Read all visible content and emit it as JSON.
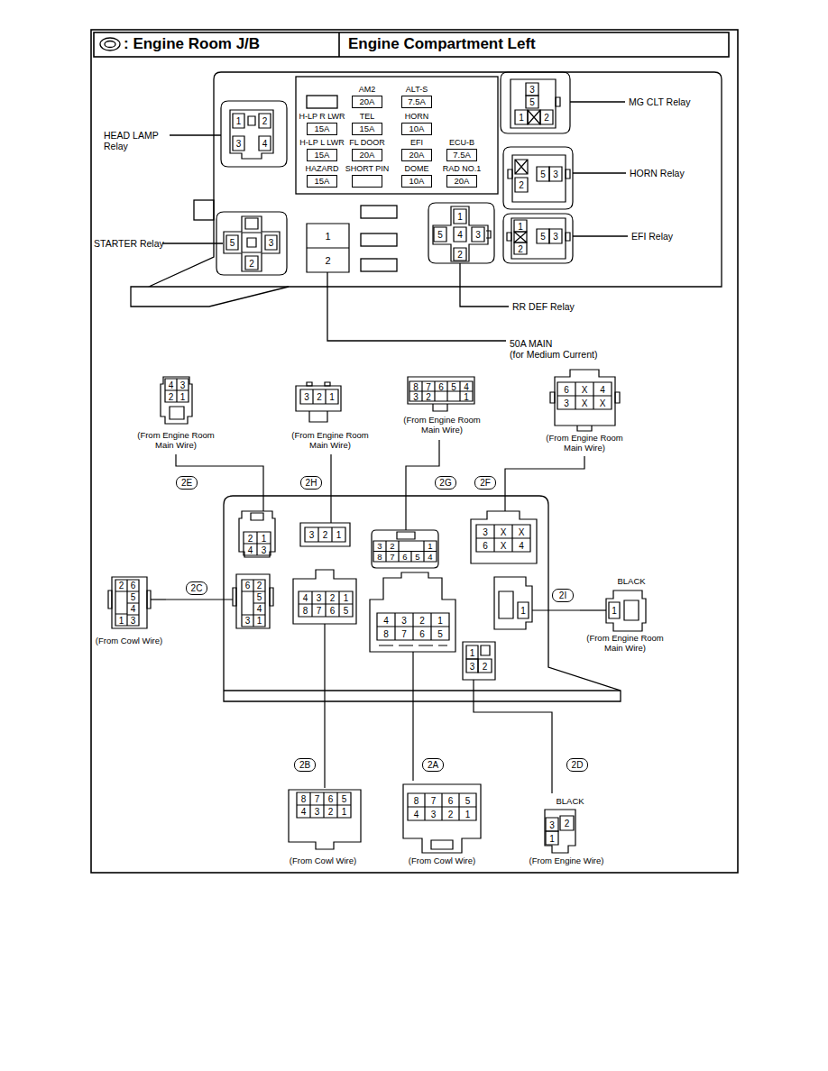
{
  "diagram": {
    "title": ": Engine Room J/B",
    "nodes": [
      {
        "text": [
          "1",
          "2",
          "3",
          "4"
        ]
      },
      {
        "text": [
          "AM2",
          "20A"
        ]
      },
      {
        "text": [
          "ALT-S",
          "7.5A"
        ]
      },
      {
        "text": [
          "3",
          "5",
          "1",
          "2"
        ]
      },
      {
        "text": [
          "H-LP R LWR",
          "15A"
        ]
      },
      {
        "text": [
          "TEL",
          "15A"
        ]
      },
      {
        "text": [
          "HORN",
          "10A"
        ]
      },
      {
        "text": [
          "H-LP L LWR",
          "15A"
        ]
      },
      {
        "text": [
          "FL DOOR",
          "20A"
        ]
      },
      {
        "text": [
          "EFI",
          "20A"
        ]
      },
      {
        "text": [
          "ECU-B",
          "7.5A"
        ]
      },
      {
        "text": [
          "HAZARD",
          "15A"
        ]
      },
      {
        "text": [
          "SHORT PIN"
        ]
      },
      {
        "text": [
          "DOME",
          "10A"
        ]
      },
      {
        "text": [
          "RAD NO.1",
          "20A"
        ]
      },
      {
        "text": [
          "2",
          "5",
          "3"
        ]
      },
      {
        "text": [
          "5",
          "3",
          "2"
        ]
      },
      {
        "text": [
          "1",
          "2"
        ]
      },
      {
        "text": [
          "1",
          "5",
          "4",
          "3",
          "2"
        ]
      },
      {
        "text": [
          "1",
          "2",
          "5",
          "3"
        ]
      },
      {
        "text": [
          "4",
          "3",
          "2",
          "1",
          "(From Engine Room Main Wire)"
        ]
      },
      {
        "text": [
          "3",
          "2",
          "1",
          "(From Engine Room Main Wire)"
        ]
      },
      {
        "text": [
          "8",
          "7",
          "6",
          "5",
          "4",
          "3",
          "2",
          "1",
          "(From Engine Room Main Wire)"
        ]
      },
      {
        "text": [
          "6",
          "X",
          "4",
          "3",
          "X",
          "X",
          "(From Engine Room Main Wire)"
        ]
      },
      {
        "text": [
          "2E"
        ]
      },
      {
        "text": [
          "2H"
        ]
      },
      {
        "text": [
          "2G"
        ]
      },
      {
        "text": [
          "2F"
        ]
      },
      {
        "text": [
          "2",
          "1",
          "4",
          "3"
        ]
      },
      {
        "text": [
          "3",
          "2",
          "1"
        ]
      },
      {
        "text": [
          "3",
          "2",
          "1",
          "8",
          "7",
          "6",
          "5",
          "4"
        ]
      },
      {
        "text": [
          "3",
          "X",
          "X",
          "6",
          "X",
          "4"
        ]
      },
      {
        "text": [
          "2",
          "6",
          "5",
          "4",
          "1",
          "3",
          "(From Cowl Wire)"
        ]
      },
      {
        "text": [
          "2C"
        ]
      },
      {
        "text": [
          "6",
          "2",
          "5",
          "4",
          "3",
          "1"
        ]
      },
      {
        "text": [
          "4",
          "3",
          "2",
          "1",
          "8",
          "7",
          "6",
          "5"
        ]
      },
      {
        "text": [
          "4",
          "3",
          "2",
          "1",
          "8",
          "7",
          "6",
          "5"
        ]
      },
      {
        "text": [
          "1"
        ]
      },
      {
        "text": [
          "2I"
        ]
      },
      {
        "text": [
          "BLACK",
          "1",
          "(From Engine Room Main Wire)"
        ]
      },
      {
        "text": [
          "1",
          "3",
          "2"
        ]
      },
      {
        "text": [
          "2B"
        ]
      },
      {
        "text": [
          "2A"
        ]
      },
      {
        "text": [
          "2D"
        ]
      },
      {
        "text": [
          "8",
          "7",
          "6",
          "5",
          "4",
          "3",
          "2",
          "1",
          "(From Cowl Wire)"
        ]
      },
      {
        "text": [
          "8",
          "7",
          "6",
          "5",
          "4",
          "3",
          "2",
          "1",
          "(From Cowl Wire)"
        ]
      },
      {
        "text": [
          "BLACK",
          "3",
          "2",
          "1",
          "(From Engine Wire)"
        ]
      }
    ],
    "edges": [
      {
        "from": 20,
        "to": 28,
        "arrow": "none"
      },
      {
        "from": 21,
        "to": 29,
        "arrow": "none"
      },
      {
        "from": 22,
        "to": 30,
        "arrow": "none"
      },
      {
        "from": 23,
        "to": 31,
        "arrow": "none"
      },
      {
        "from": 32,
        "to": 34,
        "arrow": "none"
      },
      {
        "from": 39,
        "to": 37,
        "arrow": "none"
      },
      {
        "from": 35,
        "to": 44,
        "arrow": "none"
      },
      {
        "from": 36,
        "to": 45,
        "arrow": "none"
      },
      {
        "from": 40,
        "to": 46,
        "arrow": "none"
      }
    ],
    "labels": [
      "Engine Compartment Left",
      "HEAD LAMP Relay",
      "MG CLT Relay",
      "HORN Relay",
      "STARTER Relay",
      "EFI Relay",
      "RR DEF Relay",
      "50A MAIN",
      "(for Medium Current)"
    ]
  }
}
